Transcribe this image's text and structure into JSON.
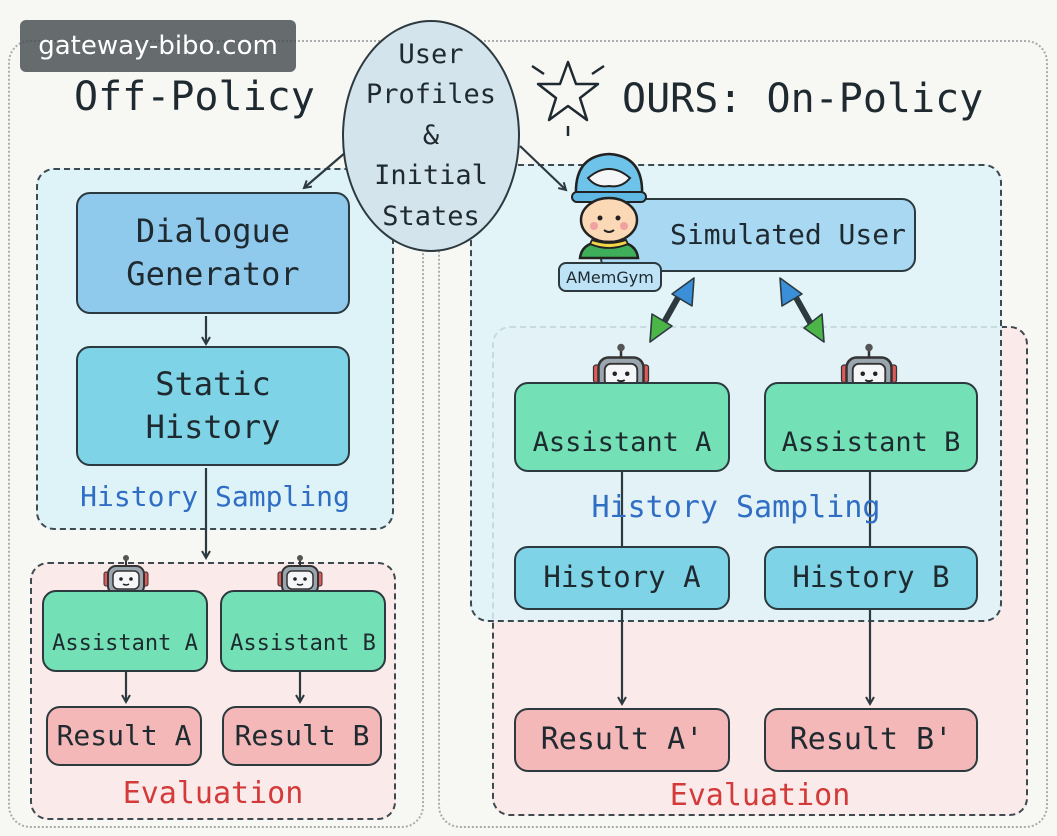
{
  "watermark": "gateway-bibo.com",
  "bubble": {
    "text": "User\nProfiles\n&\nInitial\nStates"
  },
  "left": {
    "title": "Off-Policy",
    "dialogue_generator": "Dialogue\nGenerator",
    "static_history": "Static\nHistory",
    "sampling_label": "History Sampling",
    "assistant_a": "Assistant A",
    "assistant_b": "Assistant B",
    "result_a": "Result A",
    "result_b": "Result B",
    "evaluation_label": "Evaluation"
  },
  "right": {
    "title": "OURS: On-Policy",
    "simulated_user": "Simulated User",
    "badge": "AMemGym",
    "assistant_a": "Assistant A",
    "assistant_b": "Assistant B",
    "sampling_label": "History Sampling",
    "history_a": "History A",
    "history_b": "History B",
    "result_a": "Result A'",
    "result_b": "Result B'",
    "evaluation_label": "Evaluation"
  },
  "colors": {
    "sampling_bg": "#def3f8",
    "evaluation_bg": "#fbeaea",
    "assistant_green": "#74e0b5",
    "result_red": "#f5b8b8",
    "label_blue": "#2f6ec4",
    "label_red": "#d33a3a"
  }
}
